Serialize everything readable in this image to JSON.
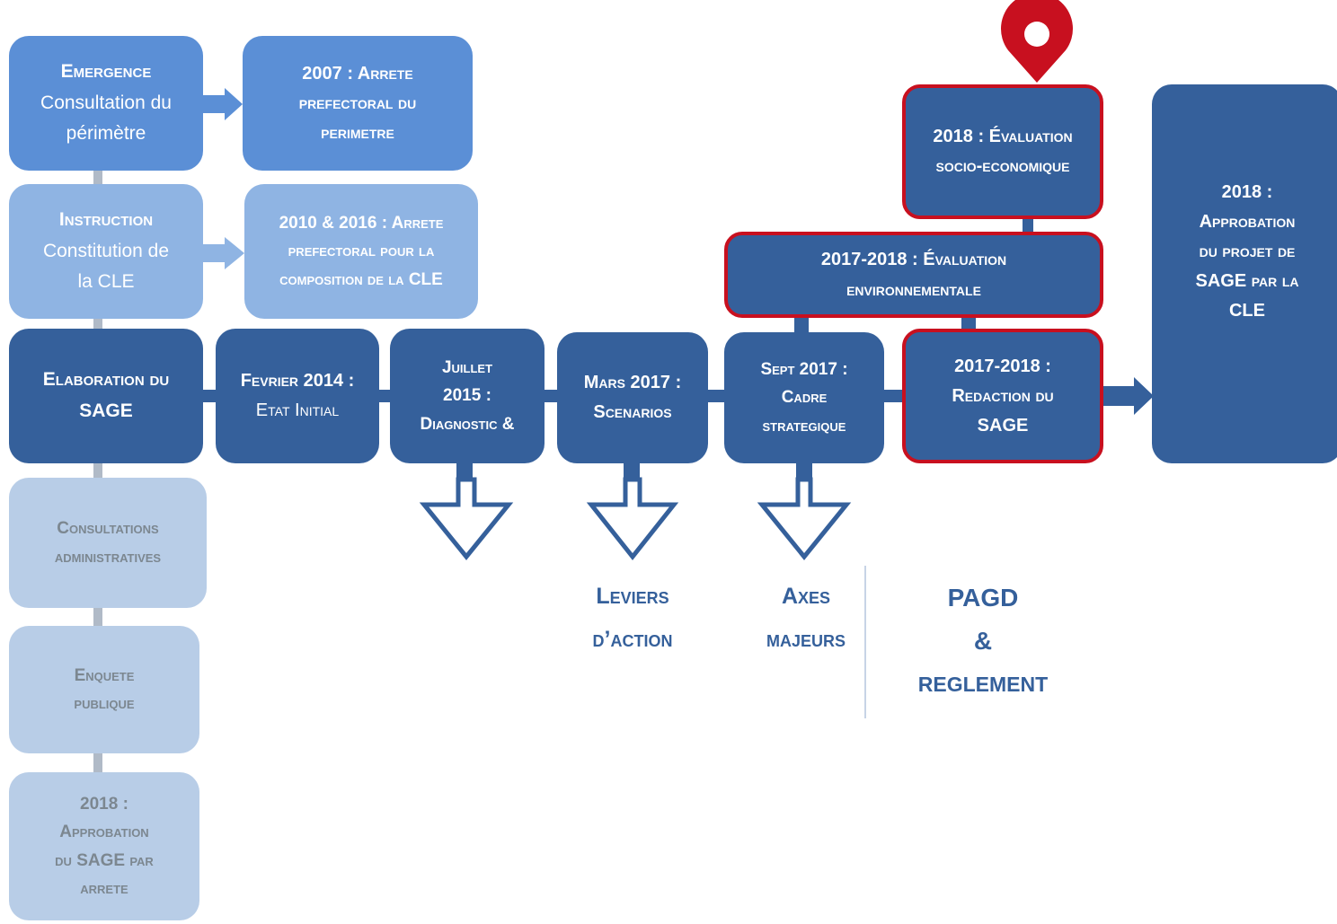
{
  "left_column": {
    "emergence": {
      "title": "Emergence",
      "line1": "Consultation du",
      "line2": "périmètre"
    },
    "instruction": {
      "title": "Instruction",
      "line1": "Constitution de",
      "line2": "la CLE"
    },
    "elaboration": {
      "line1": "Elaboration du",
      "line2": "SAGE"
    },
    "consultations": {
      "line1": "Consultations",
      "line2": "administratives"
    },
    "enquete": {
      "line1": "Enquete",
      "line2": "publique"
    },
    "approbation": {
      "line1": "2018 :",
      "line2": "Approbation",
      "line3": "du SAGE par",
      "line4": "arrete"
    }
  },
  "arretes": {
    "a2007": {
      "line1": "2007 : Arrete",
      "line2": "prefectoral du",
      "line3": "perimetre"
    },
    "a2010": {
      "line1": "2010 & 2016 : Arrete",
      "line2": "prefectoral pour la",
      "line3": "composition de la  CLE"
    }
  },
  "timeline": {
    "fevrier": {
      "line1": "Fevrier 2014 :",
      "line2": "Etat Initial"
    },
    "juillet": {
      "line1": "Juillet",
      "line2": "2015 :",
      "line3": "Diagnostic &"
    },
    "mars": {
      "line1": "Mars 2017 :",
      "line2": "Scenarios"
    },
    "sept": {
      "line1": "Sept 2017 :",
      "line2": "Cadre",
      "line3": "strategique"
    },
    "redaction": {
      "line1": "2017-2018 :",
      "line2": "Redaction du",
      "line3": "SAGE"
    },
    "final": {
      "line1": "2018 :",
      "line2": "Approbation",
      "line3": "du projet de",
      "line4": "SAGE par la",
      "line5": "CLE"
    }
  },
  "evaluations": {
    "socio": {
      "line1": "2018 : Évaluation",
      "line2": "socio-economique"
    },
    "environ": {
      "line1": "2017-2018 : Évaluation",
      "line2": "environnementale"
    }
  },
  "outputs": {
    "leviers": {
      "line1": "Leviers",
      "line2": "d’action"
    },
    "axes": {
      "line1": "Axes",
      "line2": "majeurs"
    },
    "pagd": {
      "line1": "PAGD",
      "line2": "&",
      "line3": "REGLEMENT"
    }
  },
  "colors": {
    "dark_blue": "#35609b",
    "medium_blue": "#5b8fd6",
    "light_blue": "#8fb4e3",
    "pale_blue": "#b8cde7",
    "highlight_red": "#c8101f"
  },
  "icons": {
    "location": "map-pin-icon"
  }
}
